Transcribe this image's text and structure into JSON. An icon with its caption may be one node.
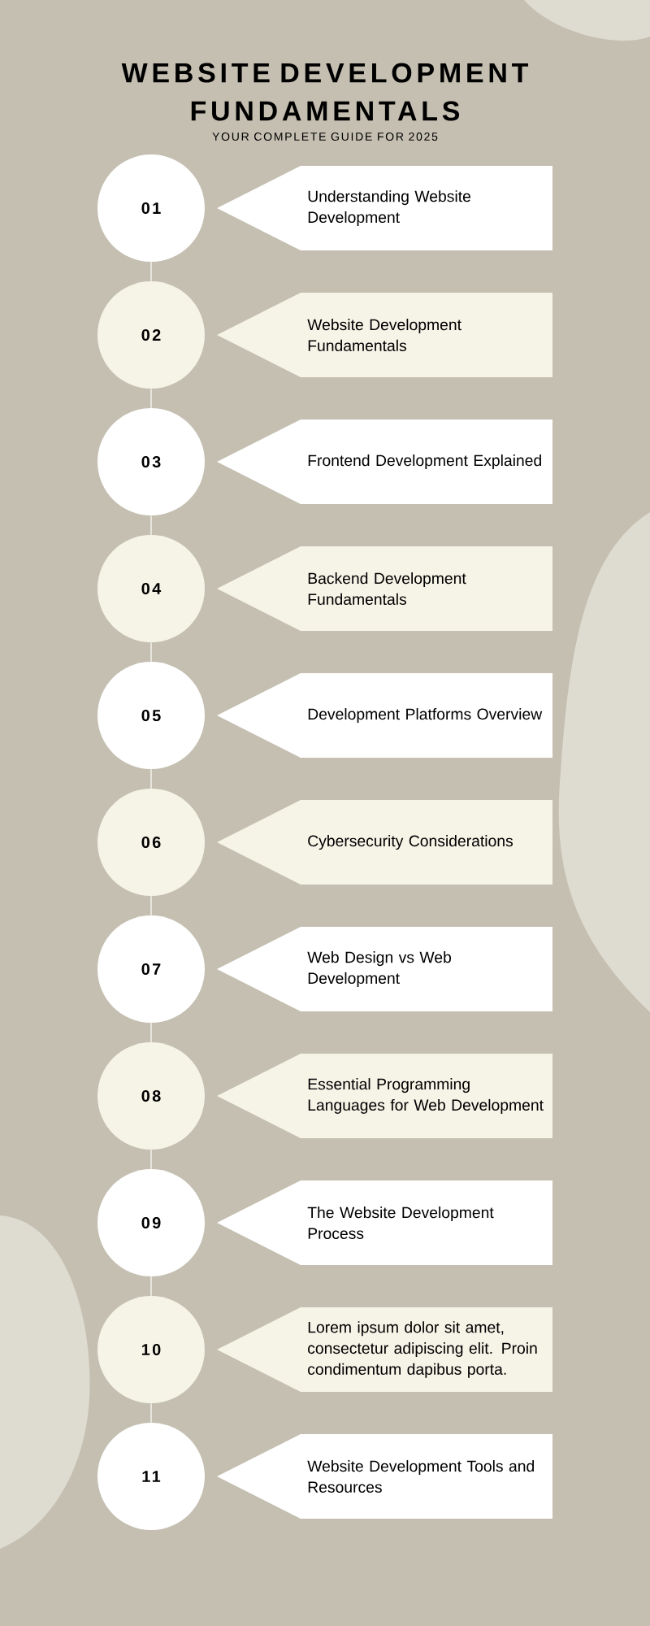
{
  "diagram": {
    "title": "WEBSITE DEVELOPMENT FUNDAMENTALS",
    "nodes": [
      {
        "text": [
          "01"
        ]
      },
      {
        "text": [
          "Understanding Website Development"
        ]
      },
      {
        "text": [
          "02"
        ]
      },
      {
        "text": [
          "Website Development Fundamentals"
        ]
      },
      {
        "text": [
          "03"
        ]
      },
      {
        "text": [
          "Frontend Development Explained"
        ]
      },
      {
        "text": [
          "04"
        ]
      },
      {
        "text": [
          "Backend Development Fundamentals"
        ]
      },
      {
        "text": [
          "05"
        ]
      },
      {
        "text": [
          "Development Platforms Overview"
        ]
      },
      {
        "text": [
          "06"
        ]
      },
      {
        "text": [
          "Cybersecurity Considerations"
        ]
      },
      {
        "text": [
          "07"
        ]
      },
      {
        "text": [
          "Web Design vs Web Development"
        ]
      },
      {
        "text": [
          "08"
        ]
      },
      {
        "text": [
          "Essential Programming Languages for Web Development"
        ]
      },
      {
        "text": [
          "09"
        ]
      },
      {
        "text": [
          "The Website Development Process"
        ]
      },
      {
        "text": [
          "10"
        ]
      },
      {
        "text": [
          "Lorem ipsum dolor sit amet, consectetur adipiscing elit. Proin condimentum dapibus porta."
        ]
      },
      {
        "text": [
          "11"
        ]
      },
      {
        "text": [
          "Website Development Tools and Resources"
        ]
      }
    ],
    "edges": [
      {
        "from": 0,
        "to": 2,
        "arrow": "none"
      },
      {
        "from": 2,
        "to": 4,
        "arrow": "none"
      },
      {
        "from": 4,
        "to": 6,
        "arrow": "none"
      },
      {
        "from": 6,
        "to": 8,
        "arrow": "none"
      },
      {
        "from": 8,
        "to": 10,
        "arrow": "none"
      },
      {
        "from": 10,
        "to": 12,
        "arrow": "none"
      },
      {
        "from": 12,
        "to": 14,
        "arrow": "none"
      },
      {
        "from": 14,
        "to": 16,
        "arrow": "none"
      },
      {
        "from": 16,
        "to": 18,
        "arrow": "none"
      },
      {
        "from": 18,
        "to": 20,
        "arrow": "none"
      }
    ],
    "labels": [
      "YOUR COMPLETE GUIDE FOR 2025"
    ]
  }
}
